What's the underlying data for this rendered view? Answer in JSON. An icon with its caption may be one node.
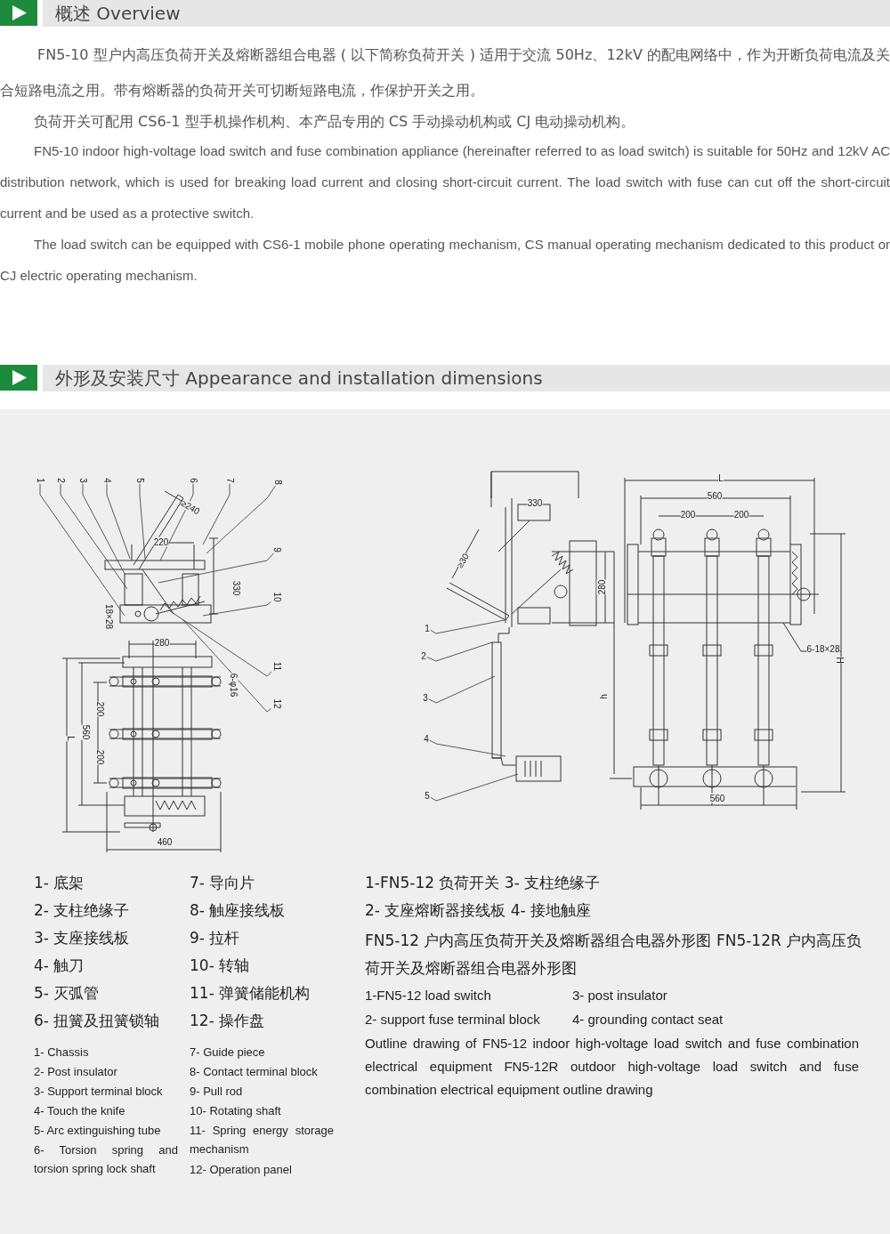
{
  "diagram": {
    "nodes": [
      {
        "text": [
          "1"
        ]
      },
      {
        "text": [
          "2"
        ]
      },
      {
        "text": [
          "3"
        ]
      },
      {
        "text": [
          "4"
        ]
      },
      {
        "text": [
          "5"
        ]
      },
      {
        "text": [
          "6"
        ]
      },
      {
        "text": [
          "7"
        ]
      },
      {
        "text": [
          "8"
        ]
      },
      {
        "text": [
          "9"
        ]
      },
      {
        "text": [
          "10"
        ]
      },
      {
        "text": [
          "11"
        ]
      },
      {
        "text": [
          "12"
        ]
      },
      {
        "text": [
          "1"
        ]
      },
      {
        "text": [
          "2"
        ]
      },
      {
        "text": [
          "3"
        ]
      },
      {
        "text": [
          "4"
        ]
      },
      {
        "text": [
          "5"
        ]
      }
    ],
    "edges": [
      {
        "from": 0,
        "to": null,
        "arrow": "none"
      },
      {
        "from": 1,
        "to": null,
        "arrow": "none"
      },
      {
        "from": 2,
        "to": null,
        "arrow": "none"
      },
      {
        "from": 3,
        "to": null,
        "arrow": "none"
      },
      {
        "from": 4,
        "to": null,
        "arrow": "none"
      },
      {
        "from": 5,
        "to": null,
        "arrow": "none"
      },
      {
        "from": 6,
        "to": null,
        "arrow": "none"
      },
      {
        "from": 7,
        "to": null,
        "arrow": "none"
      },
      {
        "from": 8,
        "to": null,
        "arrow": "none"
      },
      {
        "from": 9,
        "to": null,
        "arrow": "none"
      },
      {
        "from": 10,
        "to": null,
        "arrow": "none"
      },
      {
        "from": 11,
        "to": null,
        "arrow": "none"
      },
      {
        "from": 12,
        "to": null,
        "arrow": "none"
      },
      {
        "from": 13,
        "to": null,
        "arrow": "none"
      },
      {
        "from": 14,
        "to": null,
        "arrow": "none"
      },
      {
        "from": 15,
        "to": null,
        "arrow": "none"
      },
      {
        "from": 16,
        "to": null,
        "arrow": "none"
      }
    ],
    "labels": [
      "概述 Overview",
      "FN5-10 型户内高压负荷开关及熔断器组合电器 ( 以下简称负荷开关 ) 适用于交流 50Hz、12kV 的配电网络中，作为开断负荷电流及关合短路电流之用。带有熔断器的负荷开关可切断短路电流，作保护开关之用。",
      "负荷开关可配用 CS6-1 型手机操作机构、本产品专用的 CS 手动操动机构或 CJ 电动操动机构。",
      "FN5-10 indoor high-voltage load switch and fuse combination appliance (hereinafter referred to as load switch) is suitable for 50Hz and 12kV AC distribution network, which is used for breaking load current and closing short-circuit current. The load switch with fuse can cut off the short-circuit current and be used as a protective switch.",
      "The load switch can be equipped with CS6-1 mobile phone operating mechanism, CS manual operating mechanism dedicated to this product or CJ electric operating mechanism.",
      "外形及安装尺寸 Appearance and installation dimensions",
      "≥240",
      "220",
      "330",
      "18×28",
      "280",
      "6-φ16",
      "200",
      "560",
      "L",
      "200",
      "460",
      "330",
      "≥30",
      "280",
      "L",
      "560",
      "200",
      "200",
      "6-18×28",
      "H",
      "h",
      "560",
      "1- 底架",
      "2- 支柱绝缘子",
      "3- 支座接线板",
      "4- 触刀",
      "5- 灭弧管",
      "6- 扭簧及扭簧锁轴",
      "7- 导向片",
      "8- 触座接线板",
      "9- 拉杆",
      "10- 转轴",
      "11- 弹簧储能机构",
      "12- 操作盘",
      "1- Chassis",
      "2- Post insulator",
      "3- Support terminal block",
      "4- Touch the knife",
      "5- Arc extinguishing tube",
      "6- Torsion spring and torsion spring lock shaft",
      "7- Guide piece",
      "8- Contact terminal block",
      "9- Pull rod",
      "10- Rotating shaft",
      "11- Spring energy storage mechanism",
      "12- Operation panel",
      "1-FN5-12 负荷开关 3- 支柱绝缘子",
      "2- 支座熔断器接线板 4- 接地触座",
      "FN5-12 户内高压负荷开关及熔断器组合电器外形图 FN5-12R 户内高压负荷开关及熔断器组合电器外形图",
      "1-FN5-12 load switch",
      "3- post insulator",
      "2- support fuse terminal block",
      "4- grounding contact seat",
      "Outline drawing of FN5-12 indoor high-voltage load switch and fuse combination electrical equipment FN5-12R outdoor high-voltage load switch and fuse combination electrical equipment outline drawing"
    ]
  }
}
